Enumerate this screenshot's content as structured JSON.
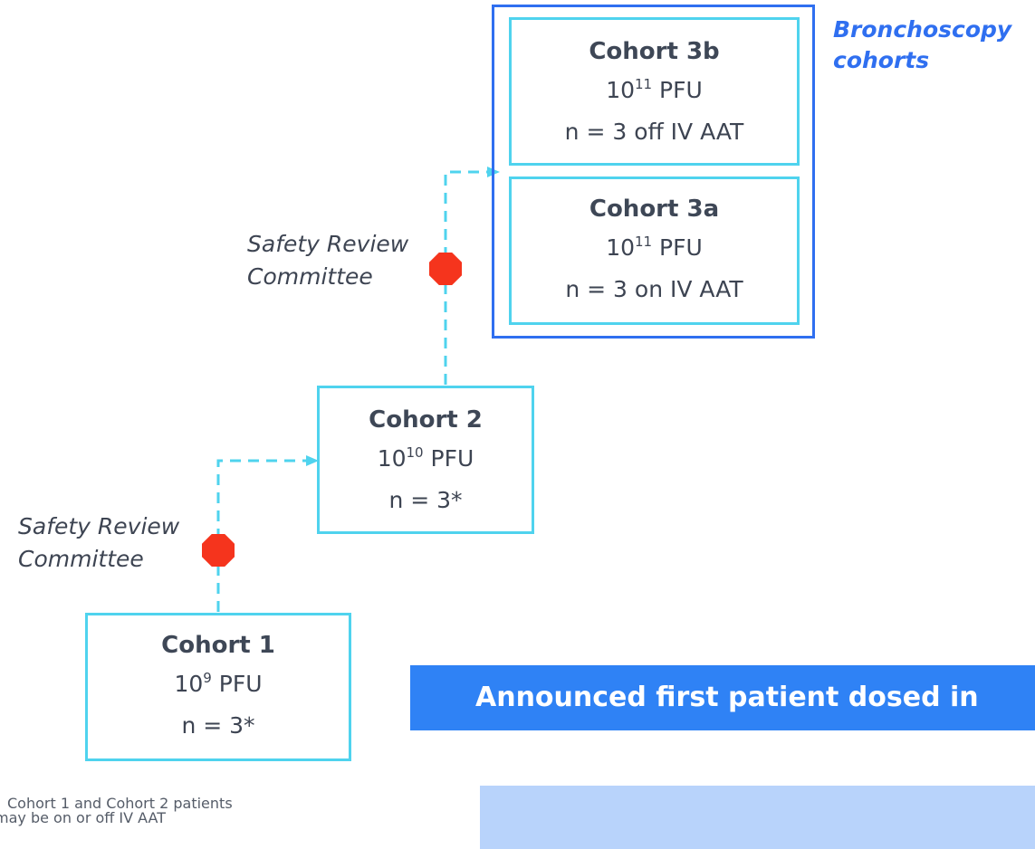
{
  "cohort3b": {
    "title": "Cohort 3b",
    "dose_base": "10",
    "dose_exp": "11",
    "dose_unit": " PFU",
    "n": "n = 3 off IV AAT"
  },
  "cohort3a": {
    "title": "Cohort 3a",
    "dose_base": "10",
    "dose_exp": "11",
    "dose_unit": " PFU",
    "n": "n = 3 on IV AAT"
  },
  "cohort2": {
    "title": "Cohort 2",
    "dose_base": "10",
    "dose_exp": "10",
    "dose_unit": " PFU",
    "n": "n = 3*"
  },
  "cohort1": {
    "title": "Cohort 1",
    "dose_base": "10",
    "dose_exp": "9",
    "dose_unit": " PFU",
    "n": "n = 3*"
  },
  "bronchoscopy_label": {
    "line1": "Bronchoscopy",
    "line2": "cohorts"
  },
  "review_upper": {
    "line1": "Safety Review",
    "line2": "Committee"
  },
  "review_lower": {
    "line1": "Safety Review",
    "line2": "Committee"
  },
  "footnote": {
    "line1": "Cohort 1 and Cohort 2 patients",
    "line2": "may be on or off IV AAT"
  },
  "banner": {
    "text": "Announced first patient dosed in"
  },
  "colors": {
    "cohort_border": "#4fd3ee",
    "bronchoscopy_border": "#2f6ff0",
    "stop_sign": "#f5341d",
    "banner": "#2f82f5",
    "banner_light": "#b8d3fb"
  }
}
